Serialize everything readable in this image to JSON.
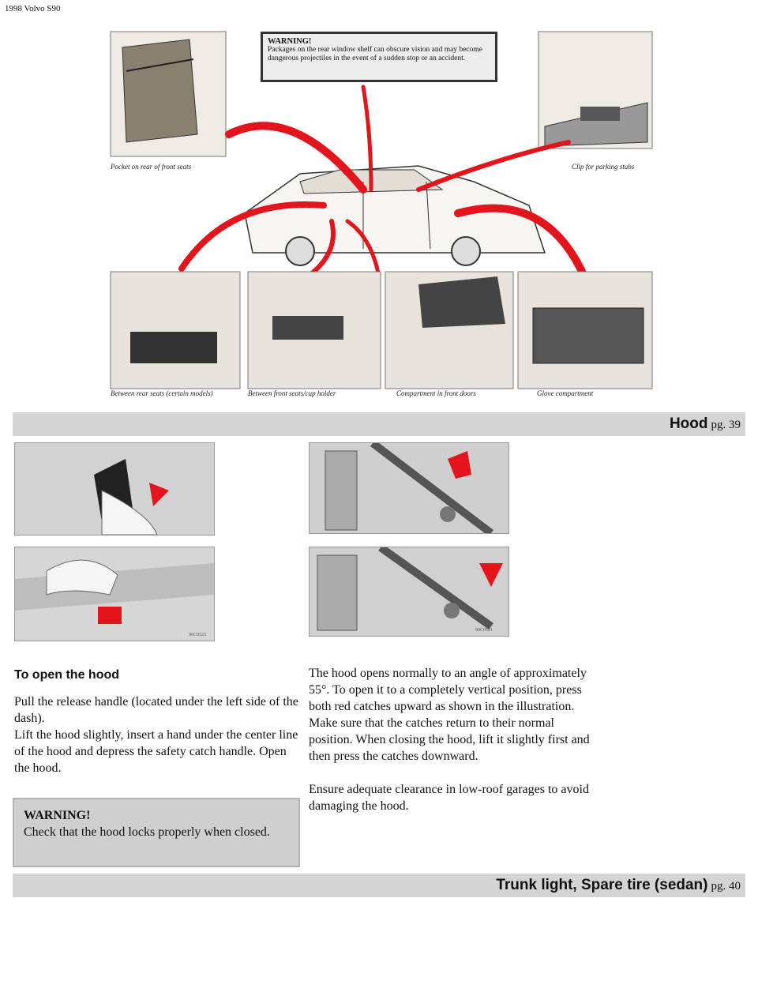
{
  "header": {
    "doc_title": "1998 Volvo S90"
  },
  "storage_figure": {
    "warning_title": "WARNING!",
    "warning_text": "Packages on the rear window shelf can obscure vision and may become dangerous projectiles in the event of a sudden stop or an accident.",
    "captions": {
      "front_seat_pocket": "Pocket on rear of front seats",
      "parking_stubs": "Clip for parking stubs",
      "rear_seats": "Between rear seats (certain models)",
      "front_seats_cup": "Between front seats/cup holder",
      "front_doors": "Compartment in front doors",
      "glove": "Glove compartment"
    },
    "accent_color": "#e2141c"
  },
  "section_hood": {
    "title": "Hood",
    "page": "pg. 39"
  },
  "photos": {
    "code_left": "96C0523",
    "code_right": "90C0521"
  },
  "left_column": {
    "heading": "To open the hood",
    "paragraph_1": "Pull the release handle (located under the left side of the dash).",
    "paragraph_2": "Lift the hood slightly, insert a hand under the center line of the hood and depress the safety catch handle. Open the hood.",
    "warning_title": "WARNING!",
    "warning_text": "Check that the hood locks properly when closed."
  },
  "right_column": {
    "paragraph_1": "The hood opens normally to an angle of approximately 55°. To open it to a completely vertical position, press both red catches upward as shown in the illustration. Make sure that the catches return to their normal position. When closing the hood, lift it slightly first and then press the catches downward.",
    "paragraph_2": "Ensure adequate clearance in low-roof garages to avoid damaging the hood."
  },
  "section_trunk": {
    "title": "Trunk light, Spare tire (sedan)",
    "page": "pg. 40"
  }
}
